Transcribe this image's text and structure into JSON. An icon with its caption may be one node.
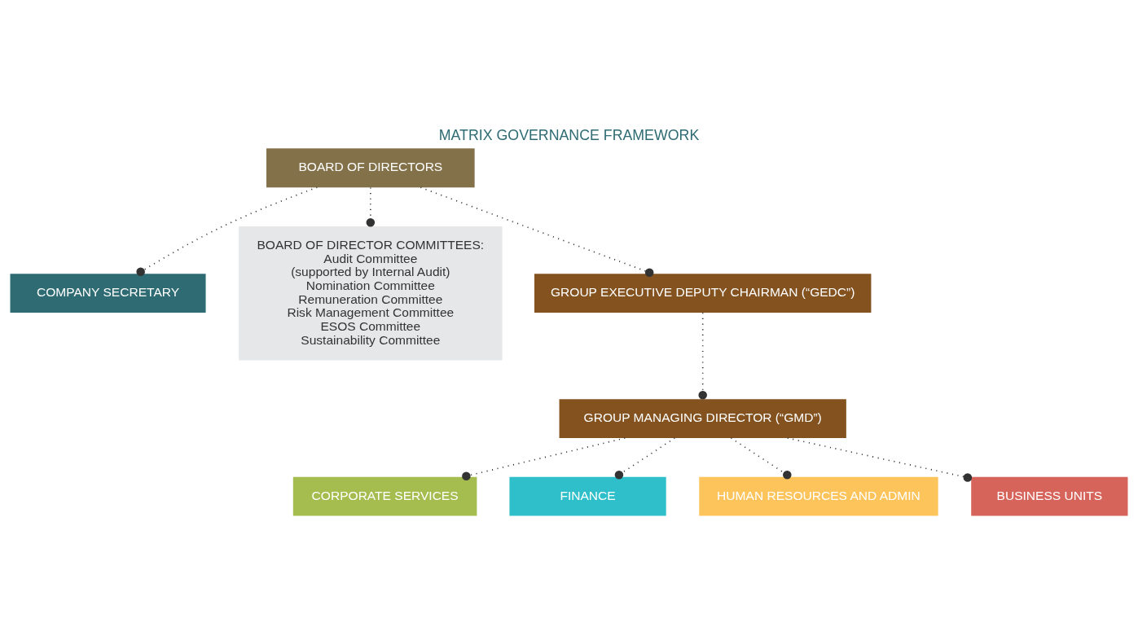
{
  "diagram": {
    "title": "MATRIX GOVERNANCE FRAMEWORK",
    "nodes": [
      {
        "text": [
          "BOARD OF DIRECTORS"
        ]
      },
      {
        "text": [
          "COMPANY SECRETARY"
        ]
      },
      {
        "text": [
          "BOARD OF DIRECTOR COMMITTEES:",
          "Audit Committee",
          "(supported by Internal Audit)",
          "Nomination Committee",
          "Remuneration Committee",
          "Risk Management Committee",
          "ESOS Committee",
          "Sustainability Committee"
        ]
      },
      {
        "text": [
          "GROUP EXECUTIVE DEPUTY CHAIRMAN (“GEDC”)"
        ]
      },
      {
        "text": [
          "GROUP MANAGING DIRECTOR (“GMD”)"
        ]
      },
      {
        "text": [
          "CORPORATE SERVICES"
        ]
      },
      {
        "text": [
          "FINANCE"
        ]
      },
      {
        "text": [
          "HUMAN RESOURCES AND ADMIN"
        ]
      },
      {
        "text": [
          "BUSINESS UNITS"
        ]
      }
    ],
    "edges": [
      {
        "from": 0,
        "to": 1,
        "arrow": "other"
      },
      {
        "from": 0,
        "to": 2,
        "arrow": "other"
      },
      {
        "from": 0,
        "to": 3,
        "arrow": "other"
      },
      {
        "from": 3,
        "to": 4,
        "arrow": "other"
      },
      {
        "from": 4,
        "to": 5,
        "arrow": "other"
      },
      {
        "from": 4,
        "to": 6,
        "arrow": "other"
      },
      {
        "from": 4,
        "to": 7,
        "arrow": "other"
      },
      {
        "from": 4,
        "to": 8,
        "arrow": "other"
      }
    ]
  }
}
